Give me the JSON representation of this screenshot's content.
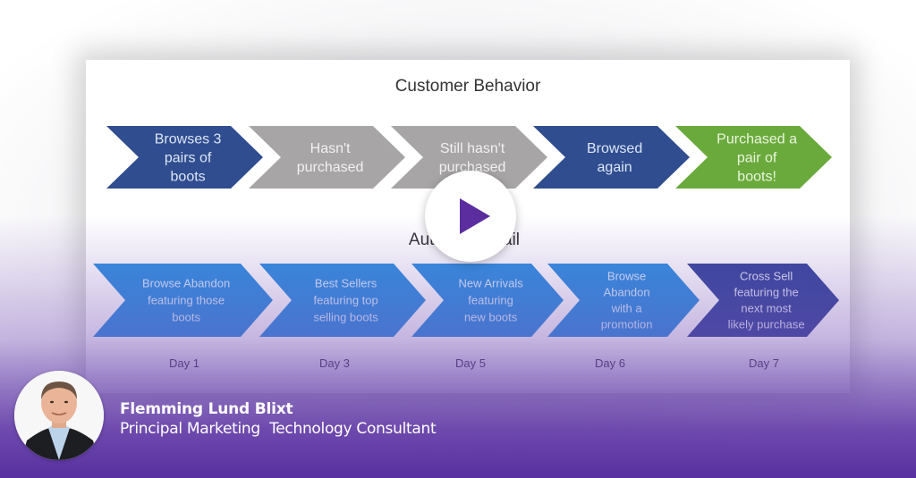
{
  "slide": {
    "top_title": "Customer Behavior",
    "bottom_title_left": "Auto",
    "bottom_title_right": "ail",
    "behavior_steps": [
      {
        "lines": [
          "Browses 3",
          "pairs of",
          "boots"
        ],
        "color": "#2f4d8f"
      },
      {
        "lines": [
          "Hasn't",
          "purchased"
        ],
        "color": "#a7a5a5"
      },
      {
        "lines": [
          "Still hasn't",
          "purchased"
        ],
        "color": "#a7a5a5"
      },
      {
        "lines": [
          "Browsed",
          "again"
        ],
        "color": "#2f4d8f"
      },
      {
        "lines": [
          "Purchased a",
          "pair of",
          "boots!"
        ],
        "color": "#6aaa3c"
      }
    ],
    "email_steps": [
      {
        "lines": [
          "Browse Abandon",
          "featuring those",
          "boots"
        ],
        "color": "#2d8ee0",
        "day": "Day 1"
      },
      {
        "lines": [
          "Best Sellers",
          "featuring top",
          "selling boots"
        ],
        "color": "#2d8ee0",
        "day": "Day 3"
      },
      {
        "lines": [
          "New Arrivals",
          "featuring",
          "new boots"
        ],
        "color": "#2d8ee0",
        "day": "Day 5"
      },
      {
        "lines": [
          "Browse",
          "Abandon",
          "with a",
          "promotion"
        ],
        "color": "#2d8ee0",
        "day": "Day 6"
      },
      {
        "lines": [
          "Cross Sell",
          "featuring the",
          "next most",
          "likely purchase"
        ],
        "color": "#34449a",
        "day": "Day 7"
      }
    ]
  },
  "video": {
    "play_icon": "play-icon",
    "accent": "#5b2d9e"
  },
  "presenter": {
    "name": "Flemming Lund Blixt",
    "role": "Principal Marketing  Technology Consultant",
    "avatar_icon": "person-photo"
  },
  "colors": {
    "overlay_purple": "#5a30a0",
    "behavior_text": "#ffffff"
  }
}
